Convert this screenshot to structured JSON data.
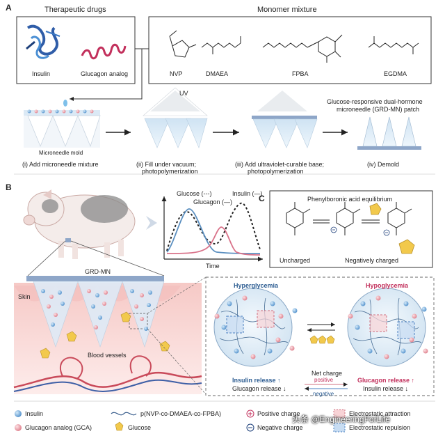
{
  "panel_a": {
    "letter": "A",
    "therapeutic_title": "Therapeutic drugs",
    "monomer_title": "Monomer mixture",
    "drugs": [
      "Insulin",
      "Glucagon analog"
    ],
    "monomers": [
      "NVP",
      "DMAEA",
      "FPBA",
      "EGDMA"
    ],
    "mold_label": "Microneedle mold",
    "steps": [
      "(i) Add microneedle mixture",
      "(ii) Fill under vacuum;",
      "photopolymerization",
      "(iii) Add ultraviolet-curable base;",
      "photopolymerization",
      "(iv) Demold"
    ],
    "uv_label": "UV",
    "patch_title_1": "Glucose-responsive dual-hormone",
    "patch_title_2": "microneedle (GRD-MN) patch"
  },
  "panel_b": {
    "letter": "B",
    "legend_glucose": "Glucose (---)",
    "legend_insulin": "Insulin (—)",
    "legend_glucagon": "Glucagon (—)",
    "time_label": "Time",
    "patch_label": "GRD-MN",
    "skin_label": "Skin",
    "vessels_label": "Blood vessels",
    "hyper": "Hyperglycemia",
    "hypo": "Hypoglycemia",
    "net_charge": "Net charge",
    "positive": "positive",
    "negative": "negative",
    "hyper_out_1": "Insulin release ↑",
    "hyper_out_2": "Glucagon release ↓",
    "hypo_out_1": "Glucagon release ↑",
    "hypo_out_2": "Insulin release ↓"
  },
  "panel_c": {
    "letter": "C",
    "title": "Phenylboronic acid equilibrium",
    "uncharged": "Uncharged",
    "neg_charged": "Negatively charged"
  },
  "legend": {
    "insulin": "Insulin",
    "gca": "Glucagon analog (GCA)",
    "polymer": "p(NVP-co-DMAEA-co-FPBA)",
    "glucose": "Glucose",
    "pos_charge": "Positive charge",
    "neg_charge": "Negative charge",
    "e_attr": "Electrostatic attraction",
    "e_rep": "Electrostatic repulsion"
  },
  "watermark": "头条 @EngineeringForLife",
  "colors": {
    "insulin": "#6fa8d8",
    "glucagon": "#e8a0a8",
    "glucose": "#f2c94c",
    "patch": "#8ea6c8",
    "skin": "#f8d3d0"
  }
}
